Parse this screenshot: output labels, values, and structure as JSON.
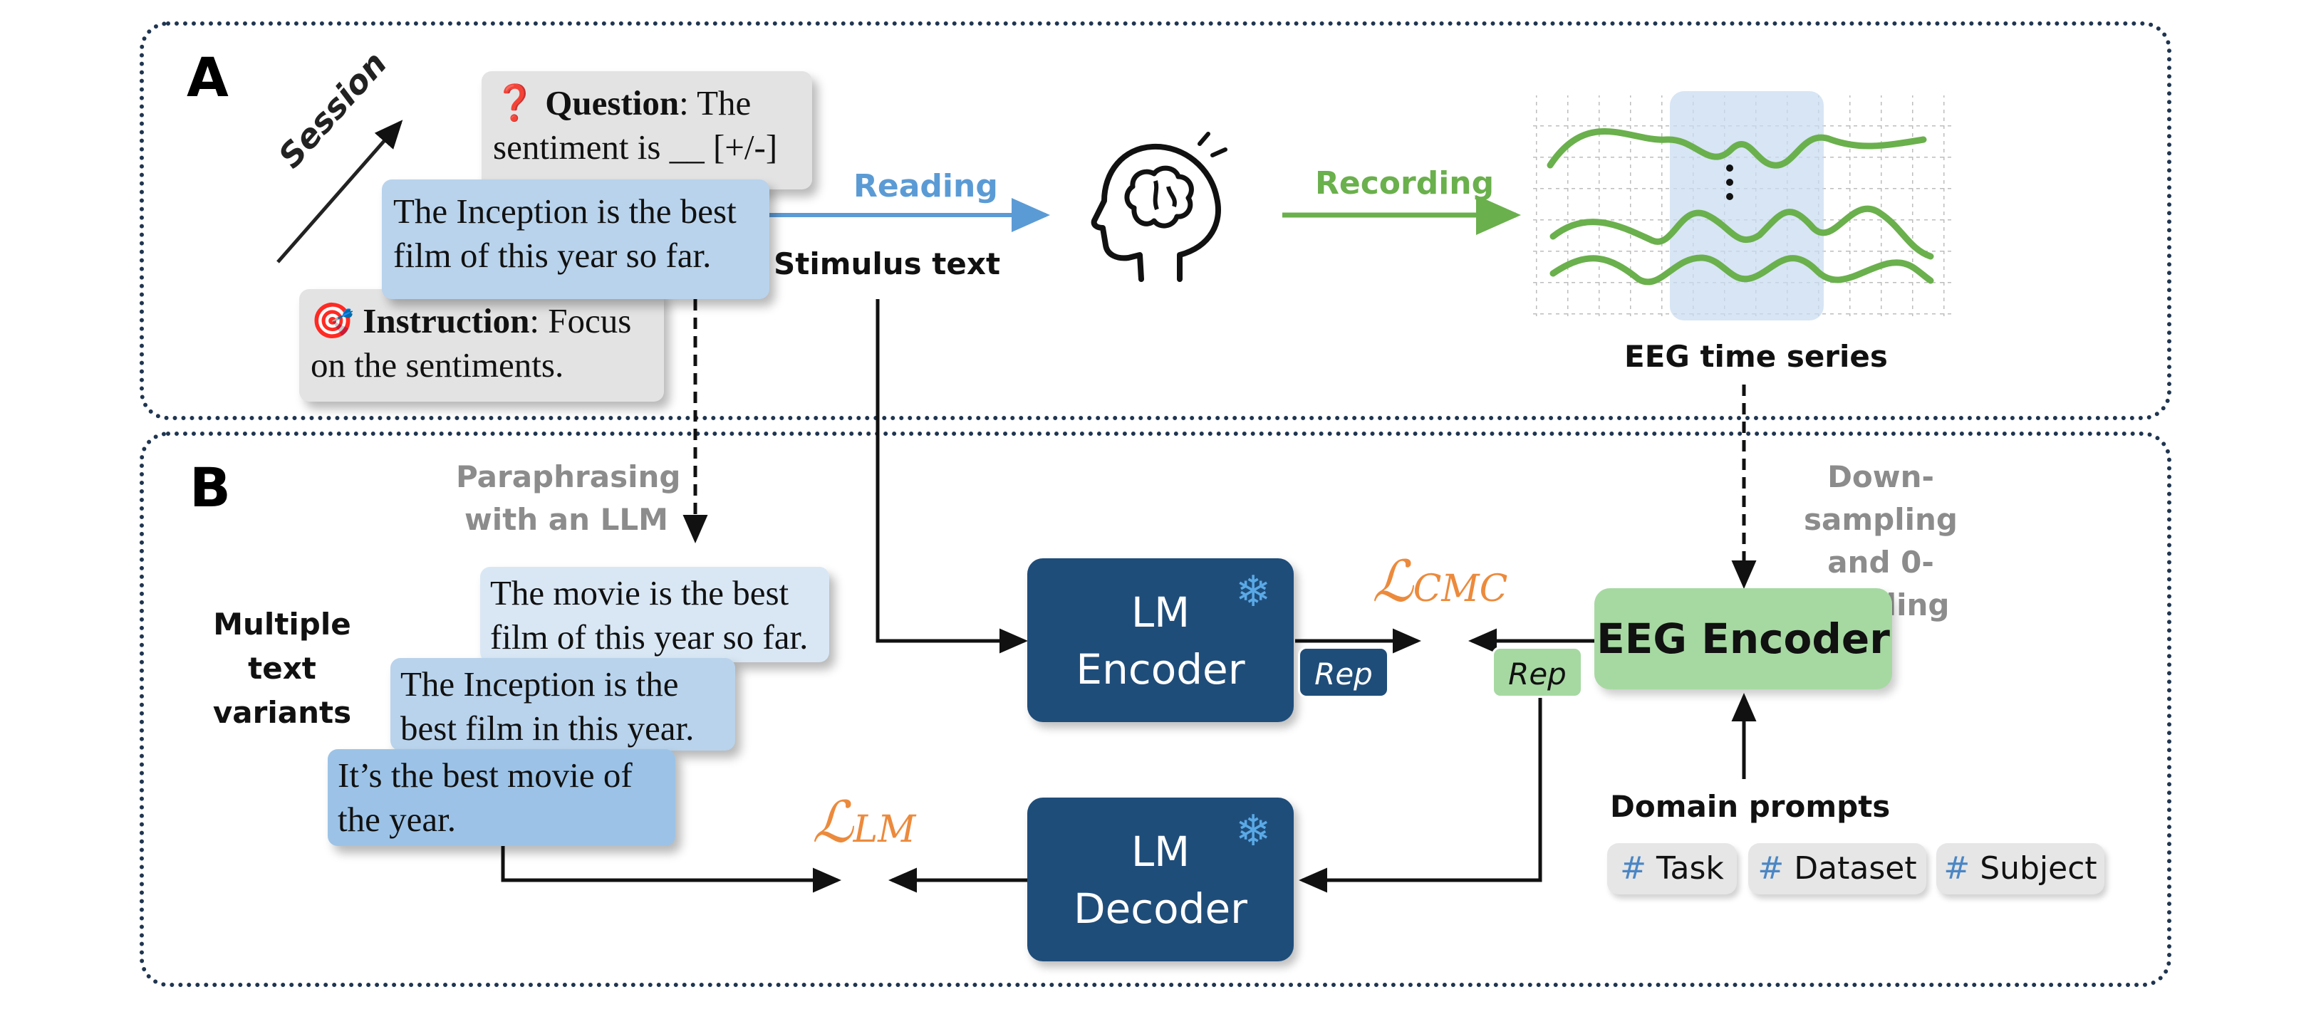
{
  "panel_a": {
    "label": "A",
    "session": "Session",
    "question": {
      "emoji": "❓",
      "bold": "Question",
      "rest": ": The",
      "line2": "sentiment is __ [+/-]"
    },
    "stimulus_card": {
      "line1": "The Inception is the best",
      "line2": "film of this year so far."
    },
    "instruction": {
      "emoji": "🎯",
      "bold": "Instruction",
      "rest": ": Focus",
      "line2": "on the sentiments."
    },
    "reading": "Reading",
    "stimulus_text": "Stimulus text",
    "recording": "Recording",
    "eeg_label": "EEG time series"
  },
  "panel_b": {
    "label": "B",
    "paraphrasing": {
      "line1": "Paraphrasing",
      "line2": "with an LLM"
    },
    "downsampling": {
      "line1": "Down-sampling",
      "line2": "and 0-padding"
    },
    "multiple_variants": {
      "line1": "Multiple text",
      "line2": "variants"
    },
    "variant1": {
      "line1": "The movie is the best",
      "line2": "film of this year so far."
    },
    "variant2": {
      "line1": "The Inception is the",
      "line2": "best film in this year."
    },
    "variant3": {
      "line1": "It’s the best movie of",
      "line2": "the year."
    },
    "lm_encoder": {
      "line1": "LM",
      "line2": "Encoder"
    },
    "lm_decoder": {
      "line1": "LM",
      "line2": "Decoder"
    },
    "eeg_encoder": "EEG Encoder",
    "rep": "Rep",
    "loss_cmc": {
      "symbol": "ℒ",
      "sub": "CMC"
    },
    "loss_lm": {
      "symbol": "ℒ",
      "sub": "LM"
    },
    "snowflake": "❄",
    "domain_prompts": "Domain prompts",
    "chips": [
      {
        "hash": "#",
        "text": "Task"
      },
      {
        "hash": "#",
        "text": "Dataset"
      },
      {
        "hash": "#",
        "text": "Subject"
      }
    ]
  },
  "colors": {
    "reading_blue": "#5b9bd5",
    "recording_green": "#6ab04c",
    "encoder_dark": "#1f4d7a",
    "eeg_green": "#a6d9a2",
    "loss_orange": "#ec8a3c",
    "grey_text": "#8c8c8c"
  }
}
